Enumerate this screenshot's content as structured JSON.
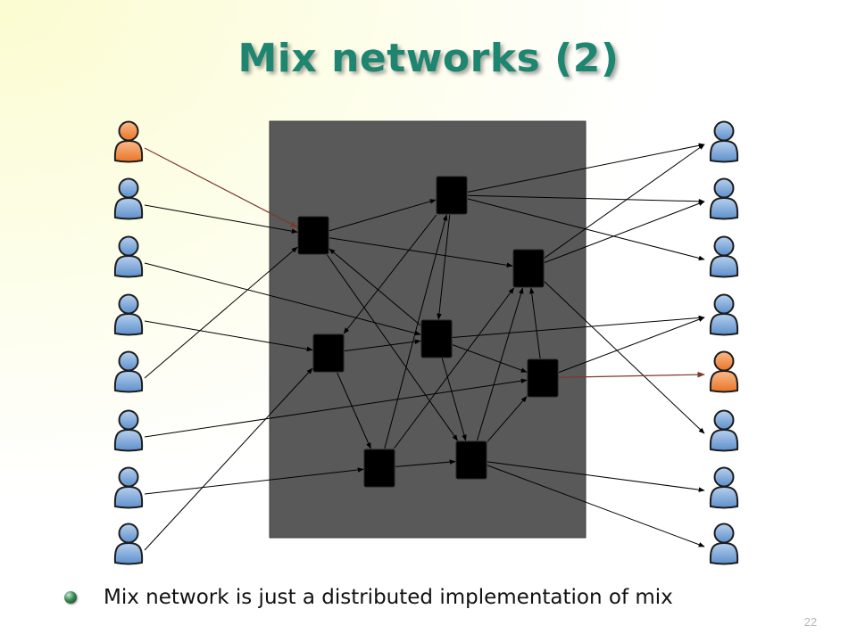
{
  "slide": {
    "title": "Mix networks (2)",
    "bullet": "Mix network is just a distributed implementation of mix",
    "page_number": "22"
  },
  "colors": {
    "title": "#1e8570",
    "network_box": "#595959",
    "mix_node": "#000000",
    "user_default": "#7aa6d8",
    "user_highlight": "#f0893c",
    "highlight_path": "#7a3a2a"
  },
  "icons": {
    "user": "person-icon",
    "mix": "mix-node-box",
    "bullet": "bullet-dot-icon"
  },
  "diagram": {
    "senders": [
      "s1",
      "s2",
      "s3",
      "s4",
      "s5",
      "s6",
      "s7",
      "s8"
    ],
    "receivers": [
      "r1",
      "r2",
      "r3",
      "r4",
      "r5",
      "r6",
      "r7",
      "r8"
    ],
    "highlighted_sender": "s1",
    "highlighted_receiver": "r5",
    "mixes": [
      "m1",
      "m2",
      "m3",
      "m4",
      "m5",
      "m6",
      "m7",
      "m8"
    ],
    "edges": [
      {
        "from": "s1",
        "to": "m1",
        "highlight": true
      },
      {
        "from": "s2",
        "to": "m1"
      },
      {
        "from": "s3",
        "to": "m4"
      },
      {
        "from": "s4",
        "to": "m5"
      },
      {
        "from": "s5",
        "to": "m1"
      },
      {
        "from": "s6",
        "to": "m6"
      },
      {
        "from": "s7",
        "to": "m7"
      },
      {
        "from": "s8",
        "to": "m5"
      },
      {
        "from": "m1",
        "to": "m2"
      },
      {
        "from": "m1",
        "to": "m3"
      },
      {
        "from": "m1",
        "to": "m8"
      },
      {
        "from": "m2",
        "to": "m5"
      },
      {
        "from": "m2",
        "to": "m4"
      },
      {
        "from": "m4",
        "to": "m1"
      },
      {
        "from": "m4",
        "to": "m6"
      },
      {
        "from": "m4",
        "to": "m8"
      },
      {
        "from": "m5",
        "to": "m4"
      },
      {
        "from": "m5",
        "to": "m7"
      },
      {
        "from": "m7",
        "to": "m2"
      },
      {
        "from": "m7",
        "to": "m3"
      },
      {
        "from": "m7",
        "to": "m8"
      },
      {
        "from": "m8",
        "to": "m3"
      },
      {
        "from": "m8",
        "to": "m6"
      },
      {
        "from": "m6",
        "to": "m3"
      },
      {
        "from": "m2",
        "to": "r1"
      },
      {
        "from": "m2",
        "to": "r2"
      },
      {
        "from": "m2",
        "to": "r3"
      },
      {
        "from": "m3",
        "to": "r1"
      },
      {
        "from": "m3",
        "to": "r2"
      },
      {
        "from": "m3",
        "to": "r6"
      },
      {
        "from": "m4",
        "to": "r4"
      },
      {
        "from": "m6",
        "to": "r4"
      },
      {
        "from": "m6",
        "to": "r5",
        "highlight": true
      },
      {
        "from": "m8",
        "to": "r7"
      },
      {
        "from": "m8",
        "to": "r8"
      }
    ]
  }
}
